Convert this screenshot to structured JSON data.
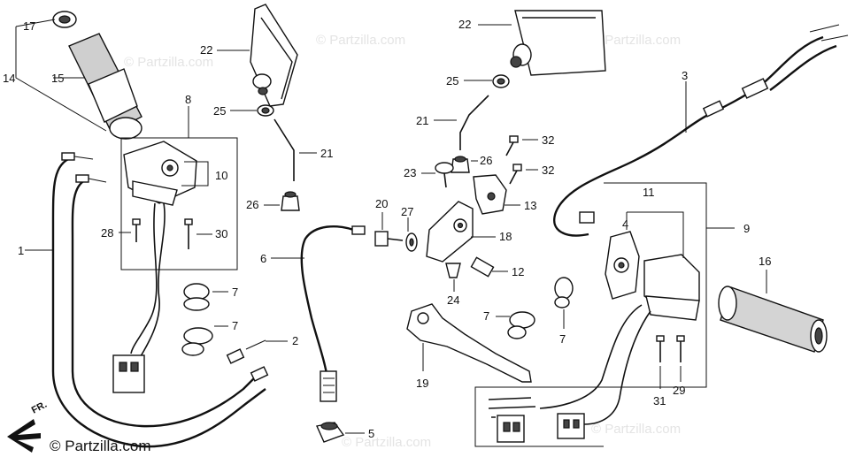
{
  "watermark": "© Partzilla.com",
  "copyright": "© Partzilla.com",
  "direction_label": "FR.",
  "callouts": {
    "c1": "1",
    "c2": "2",
    "c3": "3",
    "c4": "4",
    "c5": "5",
    "c6": "6",
    "c7a": "7",
    "c7b": "7",
    "c7c": "7",
    "c7d": "7",
    "c8": "8",
    "c9": "9",
    "c10": "10",
    "c11": "11",
    "c12": "12",
    "c13": "13",
    "c14": "14",
    "c15": "15",
    "c16": "16",
    "c17": "17",
    "c18": "18",
    "c19": "19",
    "c20": "20",
    "c21a": "21",
    "c21b": "21",
    "c22a": "22",
    "c22b": "22",
    "c23": "23",
    "c24": "24",
    "c25a": "25",
    "c25b": "25",
    "c26a": "26",
    "c26b": "26",
    "c27": "27",
    "c28": "28",
    "c29": "29",
    "c30": "30",
    "c31": "31",
    "c32a": "32",
    "c32b": "32"
  }
}
